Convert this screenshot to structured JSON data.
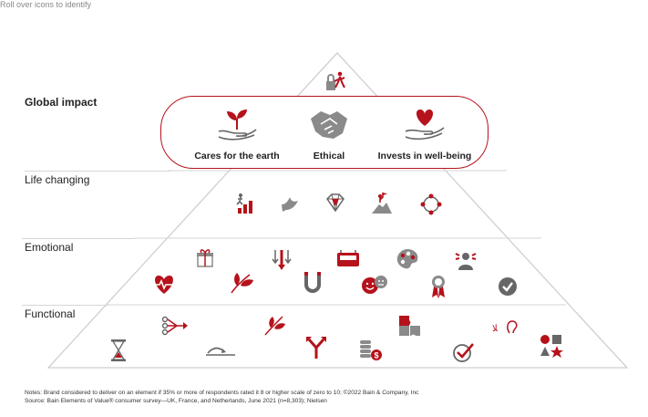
{
  "hint": "Roll over icons to identify",
  "tiers": {
    "global": "Global impact",
    "life": "Life changing",
    "emotional": "Emotional",
    "functional": "Functional"
  },
  "global_items": [
    {
      "label": "Cares for the earth",
      "icon": "plant-in-hand-icon"
    },
    {
      "label": "Ethical",
      "icon": "handshake-icon"
    },
    {
      "label": "Invests in well-being",
      "icon": "heart-in-hand-icon"
    }
  ],
  "notes": [
    "Notes: Brand considered to deliver on an element if 35% or more of respondents rated it 8 or higher scale of zero to 10; ©2022 Bain & Company, Inc",
    "Source: Bain Elements of Value® consumer survey—UK, France, and Netherlands, June 2021 (n=8,303); Nielsen"
  ],
  "colors": {
    "accent": "#b5121b",
    "icon_gray": "#8a8a8a",
    "line": "#d6d6d6"
  }
}
